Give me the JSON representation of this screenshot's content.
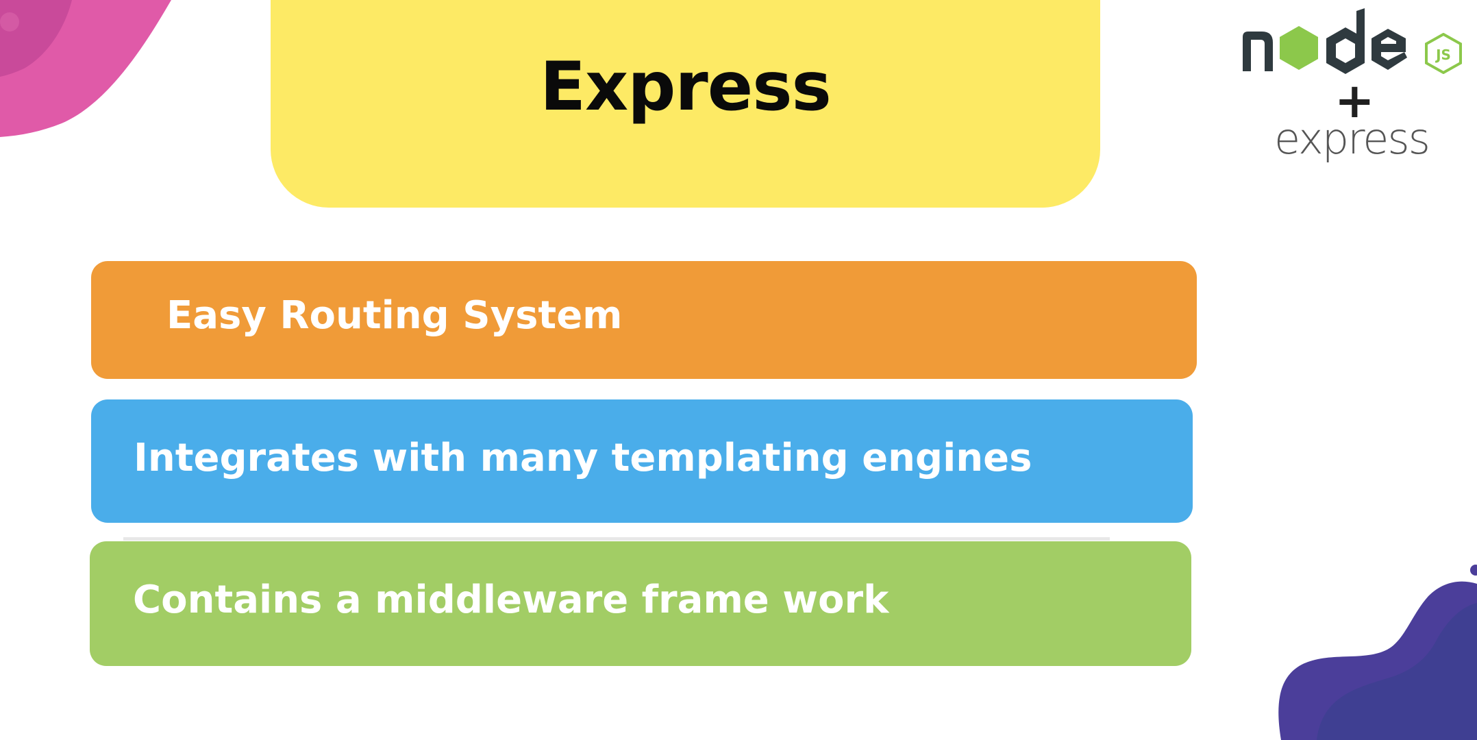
{
  "slide": {
    "title": "Express",
    "features": [
      {
        "label": "Easy Routing System",
        "color": "#F09B38"
      },
      {
        "label": "Integrates with many templating engines",
        "color": "#4AADEA"
      },
      {
        "label": "Contains a middleware frame work",
        "color": "#A2CD65"
      }
    ]
  },
  "logo": {
    "node_text": "node",
    "js_text": "JS",
    "plus": "+",
    "express_text": "express",
    "node_color": "#2F3A3F",
    "green_color": "#8CC84B"
  },
  "colors": {
    "title_card": "#FDEA65",
    "pink_blob": "#E05AA8",
    "purple_blob": "#4B3E9A"
  },
  "icons": [
    "pink-blob-decoration",
    "purple-blob-decoration",
    "nodejs-logo-icon",
    "js-hexagon-icon"
  ]
}
